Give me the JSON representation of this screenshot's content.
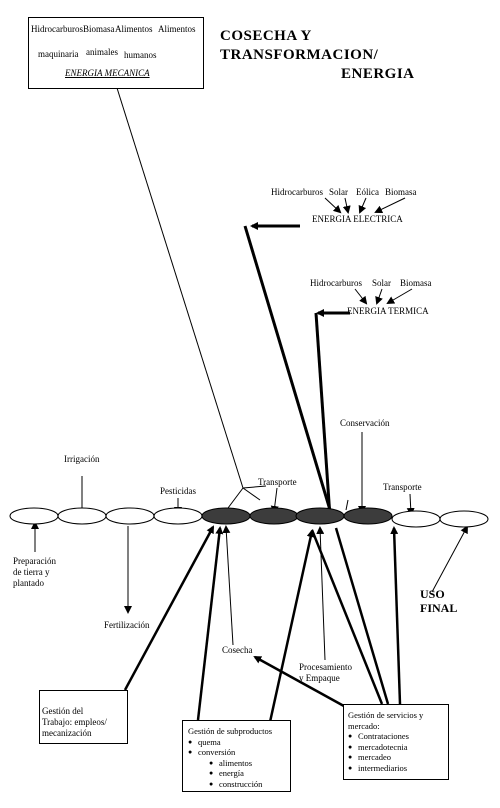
{
  "title": {
    "line1": "COSECHA Y",
    "line2": "TRANSFORMACION/",
    "line3": "ENERGIA"
  },
  "mechanical": {
    "sources": [
      "Hidrocarburos",
      "Biomasa",
      "Alimentos",
      "Alimentos"
    ],
    "middle": [
      "maquinaria",
      "animales",
      "humanos"
    ],
    "result": "ENERGIA MECANICA"
  },
  "electric": {
    "sources": [
      "Hidrocarburos",
      "Solar",
      "Eólica",
      "Biomasa"
    ],
    "result": "ENERGIA ELECTRICA"
  },
  "thermal": {
    "sources": [
      "Hidrocarburos",
      "Solar",
      "Biomasa"
    ],
    "result": "ENERGIA TERMICA"
  },
  "chain_labels": {
    "irrigacion": "Irrigación",
    "pesticidas": "Pesticidas",
    "transporte1": "Transporte",
    "conservacion": "Conservación",
    "transporte2": "Transporte",
    "preparacion": "Preparación\nde tierra y\nplantado",
    "fertilizacion": "Fertilización",
    "cosecha": "Cosecha",
    "procesamiento": "Procesamiento\ny Empaque",
    "uso_final": "USO\nFINAL"
  },
  "gestion_trabajo": "Gestión del\nTrabajo: empleos/\nmecanización",
  "gestion_subproductos": {
    "title": "Gestión de subproductos",
    "items": [
      "quema",
      "conversión"
    ],
    "subitems": [
      "alimentos",
      "energía",
      "construcción"
    ]
  },
  "gestion_servicios": {
    "title": "Gestión de servicios y\nmercado:",
    "items": [
      "Contrataciones",
      "mercadotecnia",
      "mercadeo",
      "intermediarios"
    ]
  }
}
